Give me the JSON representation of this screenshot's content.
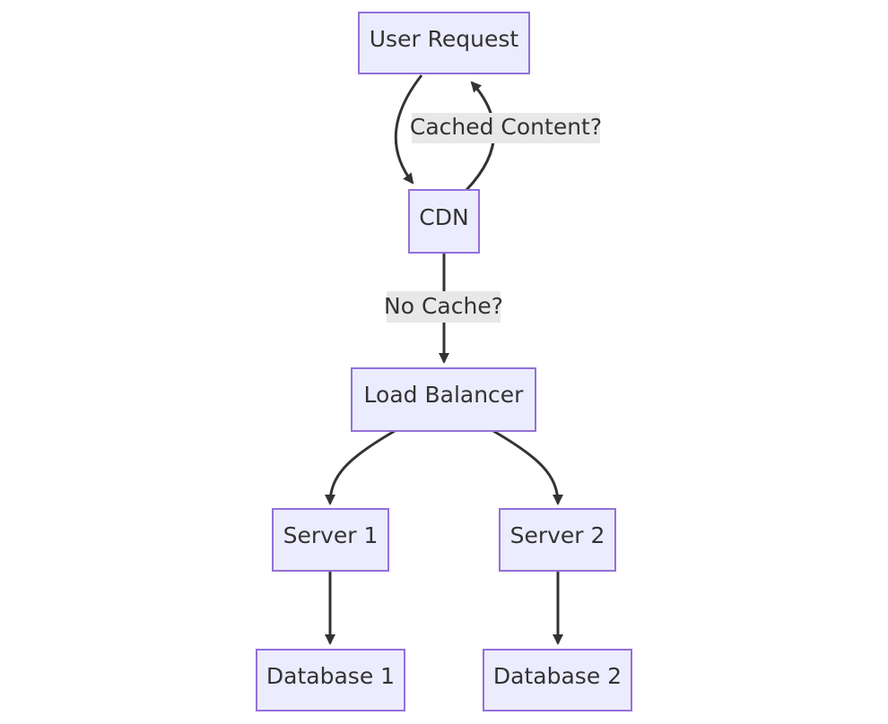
{
  "diagram": {
    "type": "flowchart",
    "colors": {
      "node_fill": "#ececff",
      "node_border": "#9370db",
      "edge": "#333333",
      "text": "#333333",
      "label_background": "#e8e8e8"
    },
    "nodes": {
      "user_request": "User Request",
      "cdn": "CDN",
      "load_balancer": "Load Balancer",
      "server_1": "Server 1",
      "server_2": "Server 2",
      "database_1": "Database 1",
      "database_2": "Database 2"
    },
    "edges": [
      {
        "from": "User Request",
        "to": "CDN",
        "label": ""
      },
      {
        "from": "CDN",
        "to": "User Request",
        "label": "Cached Content?"
      },
      {
        "from": "CDN",
        "to": "Load Balancer",
        "label": "No Cache?"
      },
      {
        "from": "Load Balancer",
        "to": "Server 1",
        "label": ""
      },
      {
        "from": "Load Balancer",
        "to": "Server 2",
        "label": ""
      },
      {
        "from": "Server 1",
        "to": "Database 1",
        "label": ""
      },
      {
        "from": "Server 2",
        "to": "Database 2",
        "label": ""
      }
    ],
    "edge_labels": {
      "cached_content": "Cached Content?",
      "no_cache": "No Cache?"
    }
  }
}
